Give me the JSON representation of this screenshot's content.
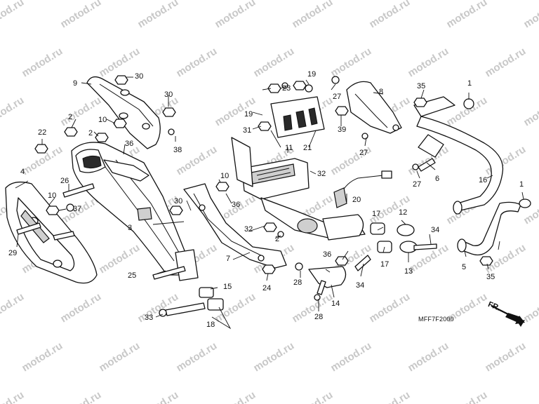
{
  "diagram": {
    "code": "MFF7F2000",
    "front_label": "FR.",
    "watermark_text": "motod.ru"
  },
  "callouts": [
    "1",
    "1",
    "2",
    "2",
    "2",
    "3",
    "4",
    "5",
    "6",
    "7",
    "8",
    "9",
    "10",
    "10",
    "10",
    "11",
    "12",
    "13",
    "14",
    "15",
    "16",
    "17",
    "17",
    "18",
    "19",
    "19",
    "20",
    "21",
    "22",
    "23",
    "24",
    "25",
    "26",
    "27",
    "27",
    "27",
    "28",
    "28",
    "29",
    "30",
    "30",
    "30",
    "31",
    "32",
    "32",
    "33",
    "34",
    "34",
    "35",
    "35",
    "36",
    "36",
    "36",
    "37",
    "38",
    "39"
  ]
}
